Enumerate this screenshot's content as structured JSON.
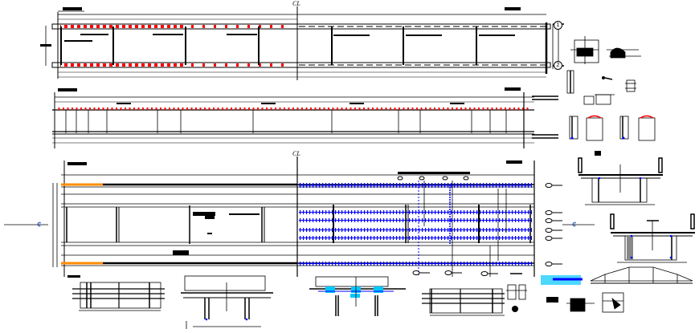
{
  "drawing": {
    "type": "structural CAD drawing - bridge girder plans, elevations and cross-sections",
    "centerline_label": "CL",
    "centerline_symbol": "¢",
    "grid_axes": [
      "1",
      "2"
    ],
    "colors": {
      "linework": "#000000",
      "rebar_red": "#ff0000",
      "rebar_blue": "#0000ff",
      "highlight_orange": "#ff8c00",
      "detail_cyan": "#00c8ff",
      "background": "#ffffff"
    },
    "views": [
      {
        "id": "top-plan",
        "label": "Top plan view with diaphragms"
      },
      {
        "id": "side-elevation",
        "label": "Girder elevation with red stud/rebar markings"
      },
      {
        "id": "bottom-plan",
        "label": "Deck reinforcement plan (left half plain, right half blue rebar)"
      },
      {
        "id": "cross-section-1",
        "label": "Bridge cross-section (upper)"
      },
      {
        "id": "cross-section-2",
        "label": "Bridge cross-section (lower)"
      },
      {
        "id": "haunch-profile",
        "label": "Trapezoidal haunch profile"
      },
      {
        "id": "bottom-details",
        "label": "Row of bearing / diaphragm details"
      },
      {
        "id": "connection-details",
        "label": "Connection details (right column)"
      }
    ]
  }
}
